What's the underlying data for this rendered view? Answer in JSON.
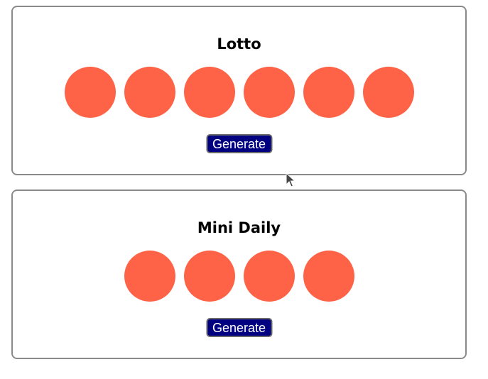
{
  "sections": [
    {
      "title": "Lotto",
      "button_label": "Generate",
      "balls": [
        "",
        "",
        "",
        "",
        "",
        ""
      ]
    },
    {
      "title": "Mini Daily",
      "button_label": "Generate",
      "balls": [
        "",
        "",
        "",
        ""
      ]
    }
  ],
  "colors": {
    "ball": "#ff6347",
    "button_bg": "#000080",
    "border": "#8a8a8a"
  },
  "icons": {
    "cursor": "mouse-pointer-icon"
  }
}
